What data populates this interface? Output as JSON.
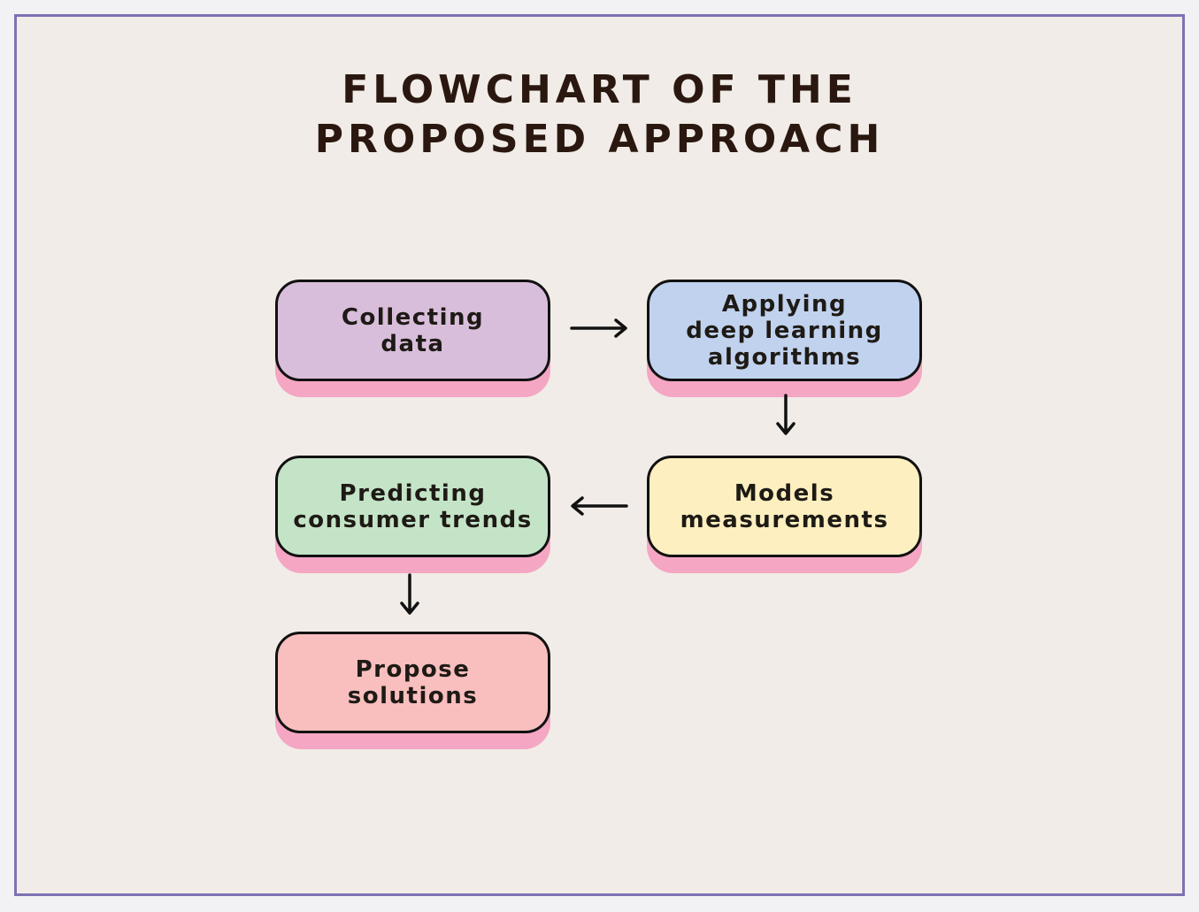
{
  "title": {
    "line1": "FLOWCHART OF THE",
    "line2": "PROPOSED APPROACH"
  },
  "nodes": [
    {
      "lines": [
        "Collecting",
        "data"
      ],
      "color": "#d9bedb"
    },
    {
      "lines": [
        "Applying",
        "deep learning",
        "algorithms"
      ],
      "color": "#c0d2ee"
    },
    {
      "lines": [
        "Models",
        "measurements"
      ],
      "color": "#fdefbf"
    },
    {
      "lines": [
        "Predicting",
        "consumer trends"
      ],
      "color": "#c4e4c7"
    },
    {
      "lines": [
        "Propose",
        "solutions"
      ],
      "color": "#f9bebe"
    }
  ],
  "edges": [
    {
      "from": "Collecting data",
      "to": "Applying deep learning algorithms"
    },
    {
      "from": "Applying deep learning algorithms",
      "to": "Models measurements"
    },
    {
      "from": "Models measurements",
      "to": "Predicting consumer trends"
    },
    {
      "from": "Predicting consumer trends",
      "to": "Propose solutions"
    }
  ],
  "colors": {
    "frame_border": "#7d72b4",
    "background": "#f1ece7",
    "node_shadow": "#f4a6c3",
    "text": "#2a1810"
  }
}
